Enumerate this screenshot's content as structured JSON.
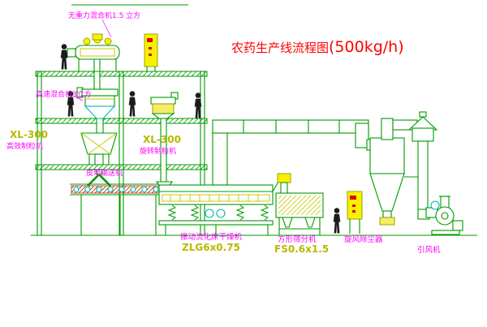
{
  "title": {
    "text": "农药生产线流程图",
    "capacity": "(500kg/h)"
  },
  "labels": {
    "mixer_2d": "无重力混合机1.5 立方",
    "high_speed_mixer": "高速混合机3立方",
    "granulator_left_model": "XL-300",
    "granulator_left_name": "高效制粒机",
    "granulator_mid_model": "XL-300",
    "granulator_mid_name": "旋转制粒机",
    "belt_conveyor": "皮带输送机",
    "dryer_name": "振动流化床干燥机",
    "dryer_model": "ZLG6x0.75",
    "sifter_name": "方形筛分机",
    "sifter_model": "FS0.6x1.5",
    "cyclone_dust_collector": "旋风除尘器",
    "induced_draft_fan": "引风机"
  },
  "colors": {
    "line_green": "#009900",
    "equipment_yellow": "#c8c800",
    "label_magenta": "#ff00ff",
    "title_red": "#ff0000",
    "detail_cyan": "#00b4b4",
    "figure_black": "#1c1c1c",
    "belt_red": "#b03000"
  }
}
